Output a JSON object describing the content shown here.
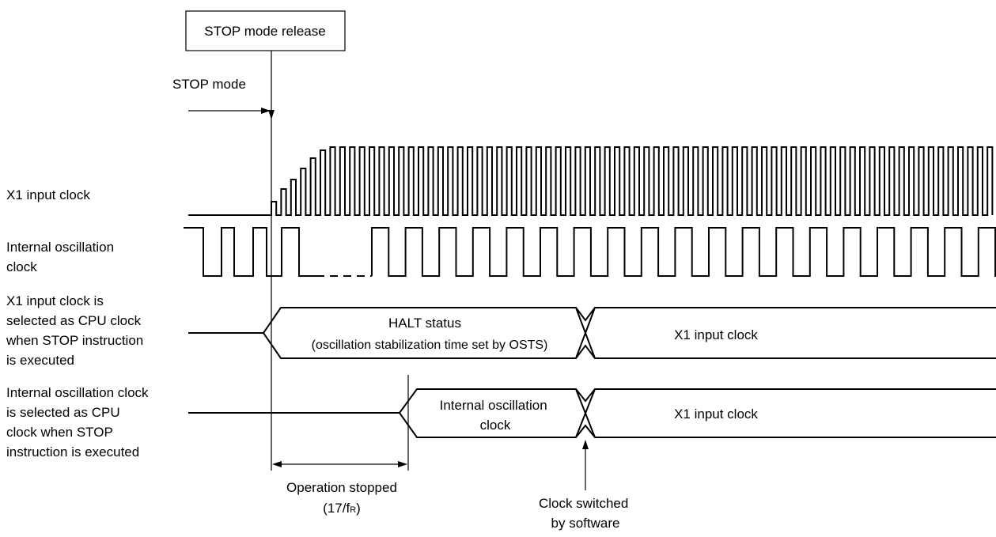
{
  "event_box": {
    "label": "STOP mode release"
  },
  "stop_mode": {
    "label": "STOP mode"
  },
  "signals": {
    "x1_input": {
      "label_lines": [
        "X1 input clock"
      ]
    },
    "internal_osc": {
      "label_lines": [
        "Internal oscillation",
        "clock"
      ]
    },
    "cpu_x1": {
      "label_lines": [
        "X1 input clock is",
        "selected as CPU clock",
        "when STOP instruction",
        "is executed"
      ],
      "halt_title": "HALT status",
      "halt_detail": "(oscillation stabilization time set by OSTS)",
      "after_label": "X1 input clock"
    },
    "cpu_internal": {
      "label_lines": [
        "Internal oscillation clock",
        "is selected as CPU",
        "clock when STOP",
        "instruction is executed"
      ],
      "mid_label_lines": [
        "Internal oscillation",
        "clock"
      ],
      "after_label": "X1 input clock"
    }
  },
  "annotations": {
    "operation_stopped": "Operation stopped",
    "duration_prefix": "(17/f",
    "duration_sub": "R",
    "duration_suffix": ")",
    "clock_switched_lines": [
      "Clock switched",
      "by software"
    ]
  }
}
